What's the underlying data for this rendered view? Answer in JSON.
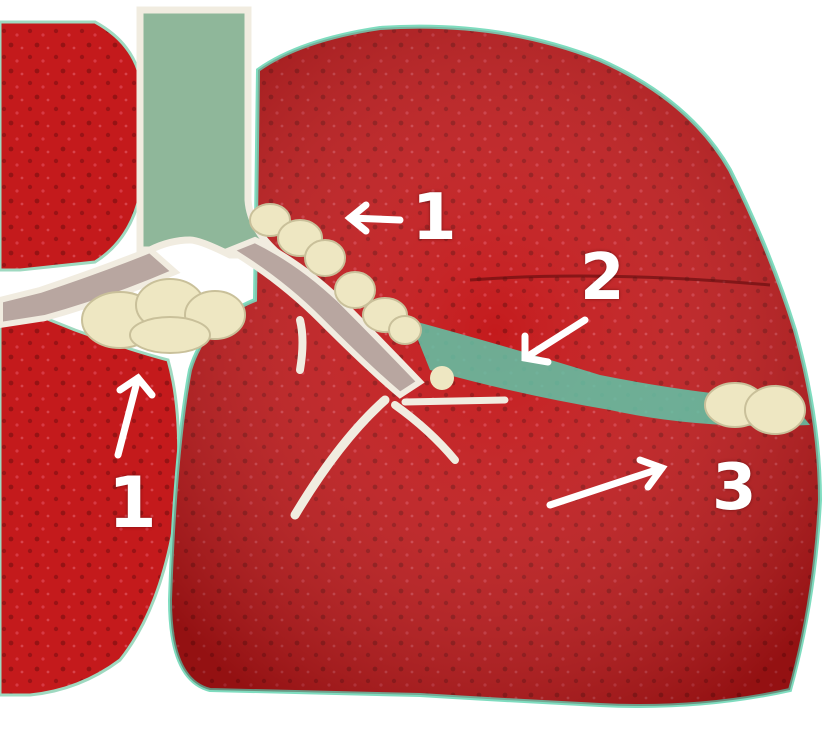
{
  "labels": {
    "hilar_node": "1",
    "hilar_node_lower": "1",
    "lymphangitis": "2",
    "primary_focus": "3"
  },
  "colors": {
    "lung_tissue": "#c41a1c",
    "lung_dark": "#7a0d10",
    "airway_outline": "#f1ece0",
    "airway_fill": "#8fb79a",
    "node_fill": "#eee7c2",
    "lymph_channel": "#5fc6a8",
    "arrow_label": "#ffffff"
  }
}
